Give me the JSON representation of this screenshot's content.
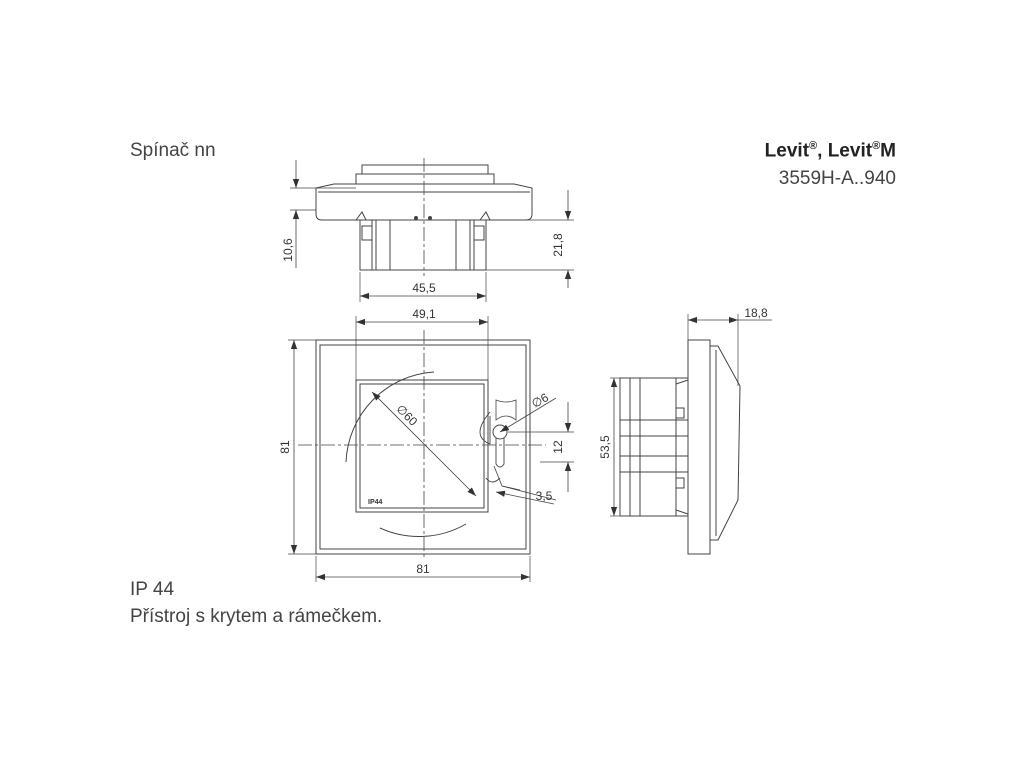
{
  "header": {
    "title": "Spínač nn",
    "brand_name_1": "Levit",
    "brand_sep": ", ",
    "brand_name_2": "Levit",
    "brand_reg": "®",
    "brand_suffix": "M",
    "product_code": "3559H-A..940"
  },
  "footer": {
    "protection": "IP 44",
    "description": "Přístroj s krytem a rámečkem."
  },
  "drawing": {
    "label_ip44": "IP44",
    "dims": {
      "top_height": "10,6",
      "top_depth": "21,8",
      "top_width": "45,5",
      "front_inner_width": "49,1",
      "front_height": "81",
      "front_width": "81",
      "front_circle": "∅60",
      "front_hole": "∅6",
      "front_offset": "12",
      "front_slot": "3,5",
      "side_depth": "18,8",
      "side_height": "53,5"
    }
  }
}
